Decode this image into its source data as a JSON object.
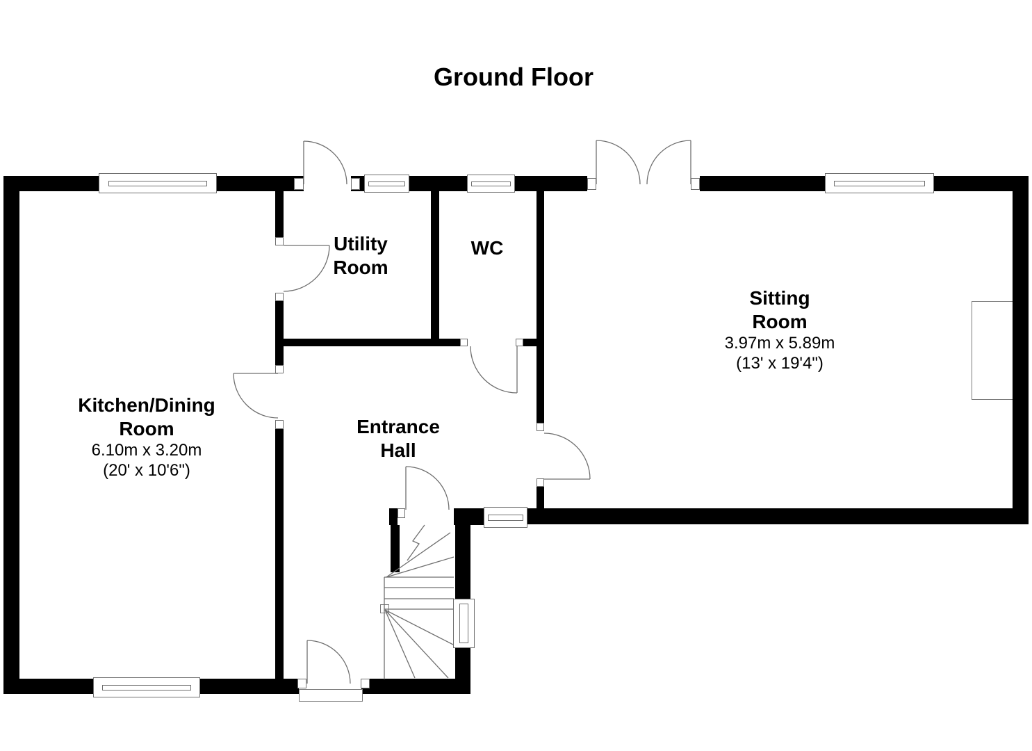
{
  "title": "Ground Floor",
  "rooms": {
    "kitchen": {
      "name": "Kitchen/Dining\nRoom",
      "size_metric": "6.10m x 3.20m",
      "size_imperial": "(20' x 10'6\")"
    },
    "utility": {
      "name": "Utility\nRoom"
    },
    "wc": {
      "name": "WC"
    },
    "hall": {
      "name": "Entrance\nHall"
    },
    "sitting": {
      "name": "Sitting\nRoom",
      "size_metric": "3.97m x 5.89m",
      "size_imperial": "(13' x 19'4\")"
    }
  },
  "colors": {
    "wall": "#000000",
    "line": "#6f6f6f",
    "background": "#ffffff",
    "text": "#000000"
  }
}
